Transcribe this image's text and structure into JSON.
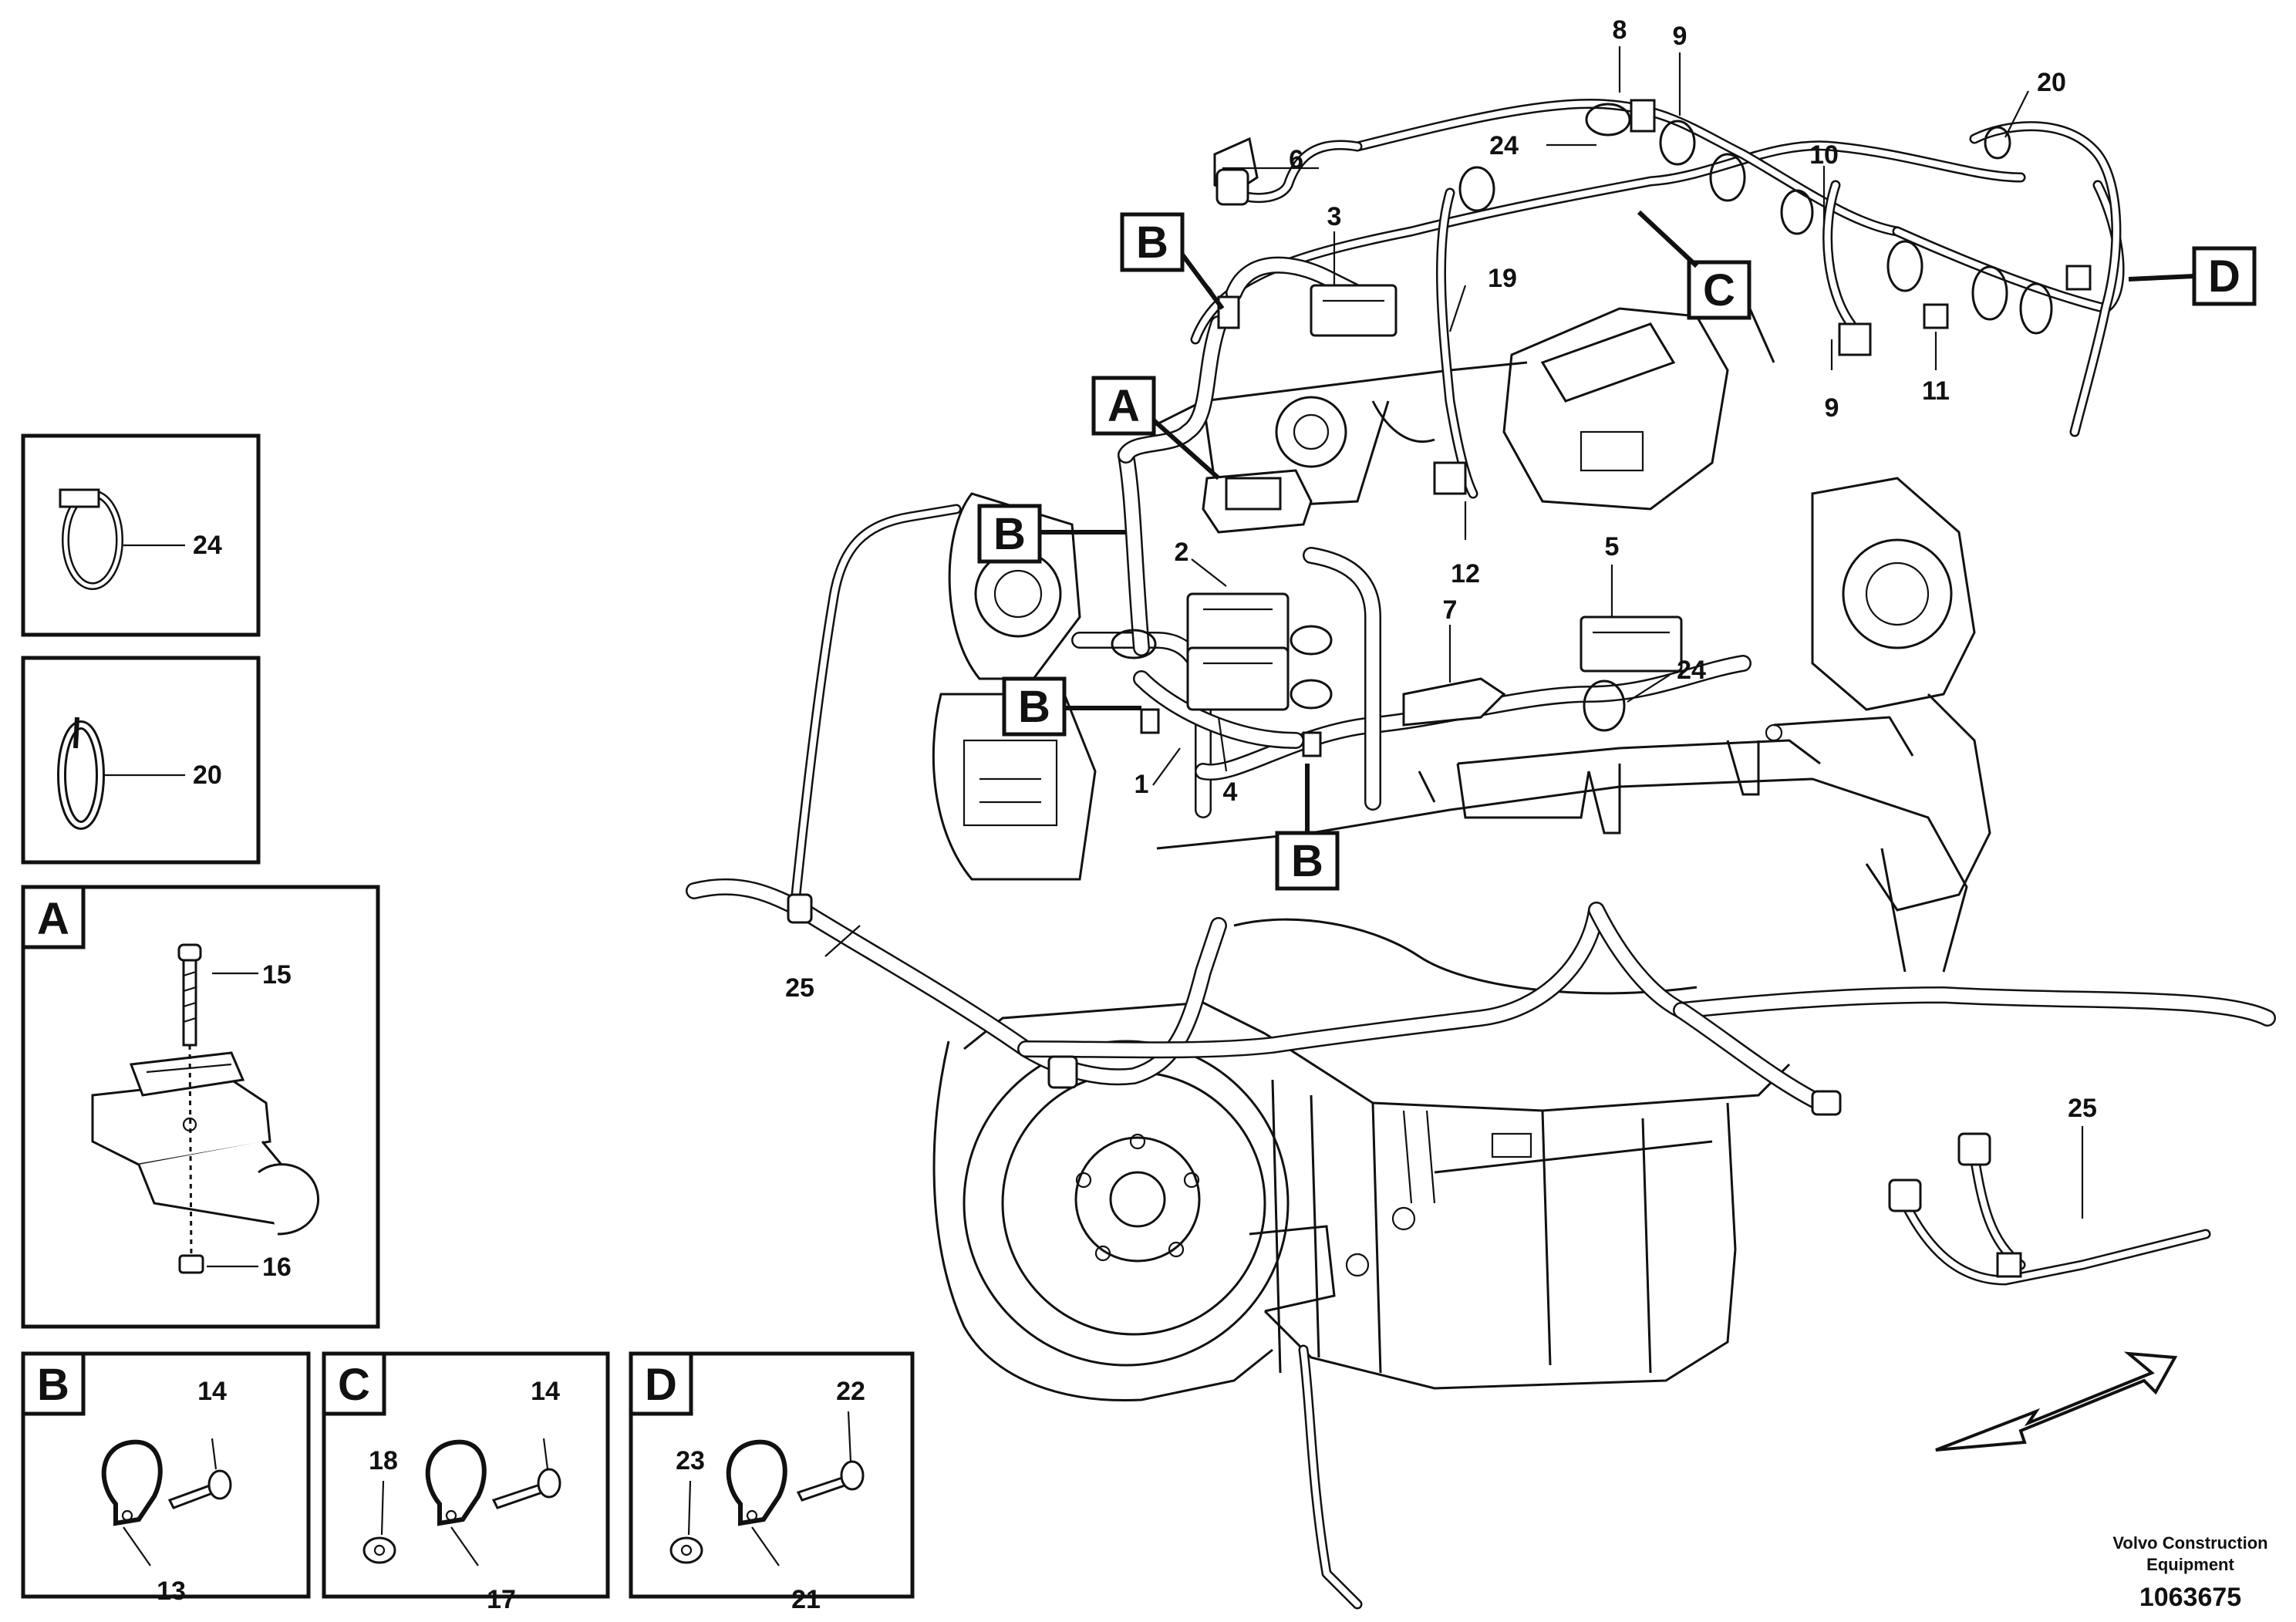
{
  "detail_panels": {
    "p24": {
      "part": "24"
    },
    "p20": {
      "part": "20"
    },
    "A": {
      "letter": "A",
      "parts": [
        "15",
        "16"
      ]
    },
    "B": {
      "letter": "B",
      "parts": [
        "14",
        "13"
      ]
    },
    "C": {
      "letter": "C",
      "parts": [
        "14",
        "18",
        "17"
      ]
    },
    "D": {
      "letter": "D",
      "parts": [
        "22",
        "23",
        "21"
      ]
    }
  },
  "main_callouts": {
    "c1": "1",
    "c2": "2",
    "c3": "3",
    "c4": "4",
    "c5": "5",
    "c6": "6",
    "c7": "7",
    "c8": "8",
    "c9a": "9",
    "c9b": "9",
    "c10": "10",
    "c11": "11",
    "c12": "12",
    "c19": "19",
    "c20": "20",
    "c24a": "24",
    "c24b": "24",
    "c25a": "25",
    "c25b": "25"
  },
  "view_tags": {
    "A": "A",
    "B1": "B",
    "B2": "B",
    "B3": "B",
    "B4": "B",
    "C": "C",
    "D": "D"
  },
  "footer": {
    "company_line1": "Volvo Construction",
    "company_line2": "Equipment",
    "drawing_number": "1063675"
  }
}
